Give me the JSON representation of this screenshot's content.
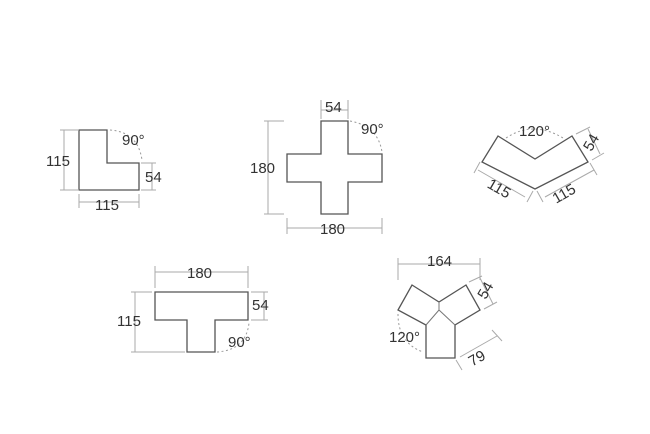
{
  "corner": {
    "side_label": "115",
    "bottom_label": "115",
    "depth_label": "54",
    "angle_label": "90°"
  },
  "cross": {
    "arm_width_label": "54",
    "height_label": "180",
    "width_label": "180",
    "angle_label": "90°"
  },
  "v_shape": {
    "angle_label": "120°",
    "depth_label": "54",
    "left_label": "115",
    "right_label": "115"
  },
  "t_shape": {
    "width_label": "180",
    "height_label": "115",
    "depth_label": "54",
    "angle_label": "90°"
  },
  "y_shape": {
    "width_label": "164",
    "depth_label": "54",
    "angle_label": "120°",
    "arm_label": "79"
  },
  "colors": {
    "outline": "#555555",
    "dimension_line": "#aaaaaa",
    "text": "#333333"
  }
}
